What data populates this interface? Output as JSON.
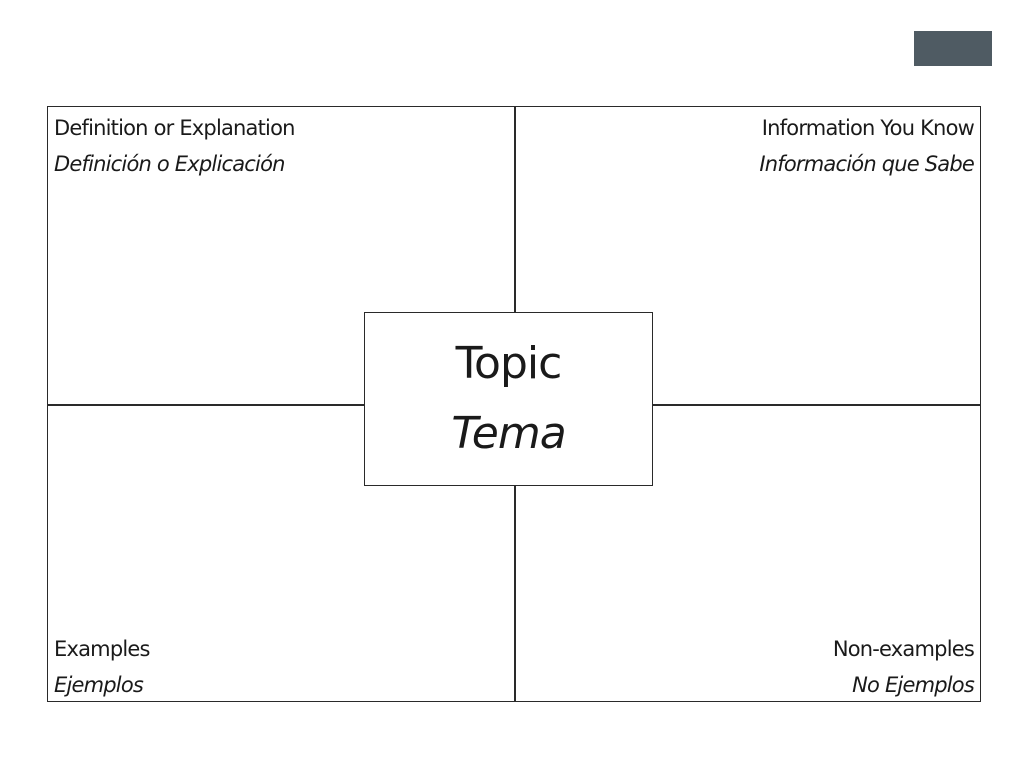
{
  "quadrants": {
    "top_left": {
      "en": "Definition or Explanation",
      "es": "Definición o Explicación"
    },
    "top_right": {
      "en": "Information You Know",
      "es": "Información que Sabe"
    },
    "bottom_left": {
      "en": "Examples",
      "es": "Ejemplos"
    },
    "bottom_right": {
      "en": "Non-examples",
      "es": "No Ejemplos"
    }
  },
  "center": {
    "en": "Topic",
    "es": "Tema"
  },
  "colors": {
    "corner_block": "#4f5b63",
    "lines": "#2a2a2a"
  }
}
